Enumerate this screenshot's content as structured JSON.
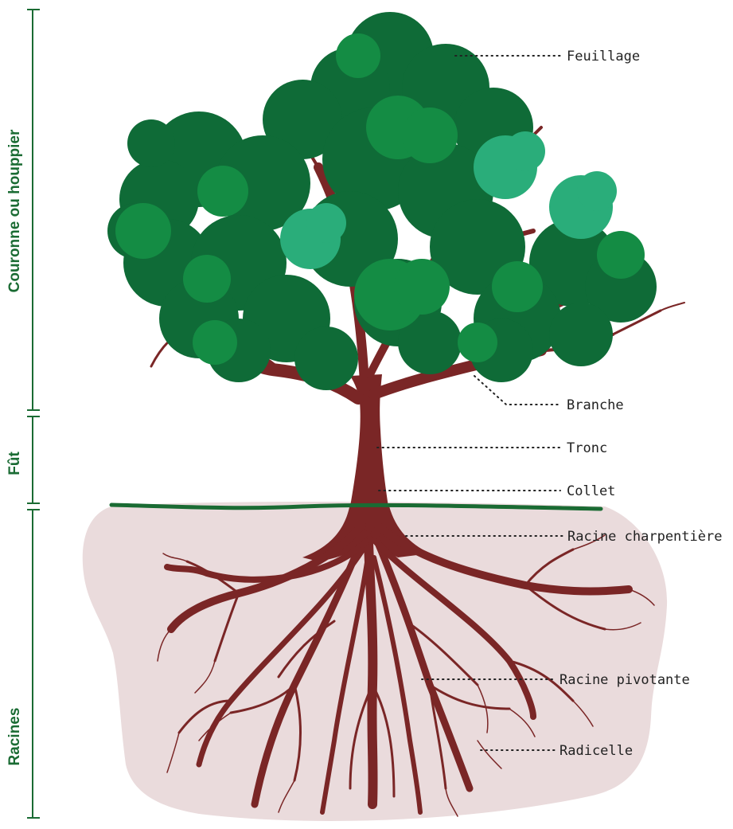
{
  "colors": {
    "leaf_dark": "#0f6b37",
    "leaf_mid": "#148c44",
    "leaf_light": "#2aad7a",
    "wood": "#7a2626",
    "soil": "#eadbdc",
    "ground_line": "#1a6b33",
    "scale_line": "#1a6b33",
    "section_text": "#1a6b33",
    "label_text": "#222222"
  },
  "sections": [
    {
      "label": "Couronne ou houppier"
    },
    {
      "label": "Fût"
    },
    {
      "label": "Racines"
    }
  ],
  "labels": [
    {
      "text": "Feuillage"
    },
    {
      "text": "Branche"
    },
    {
      "text": "Tronc"
    },
    {
      "text": "Collet"
    },
    {
      "text": "Racine charpentière"
    },
    {
      "text": "Racine pivotante"
    },
    {
      "text": "Radicelle"
    }
  ]
}
